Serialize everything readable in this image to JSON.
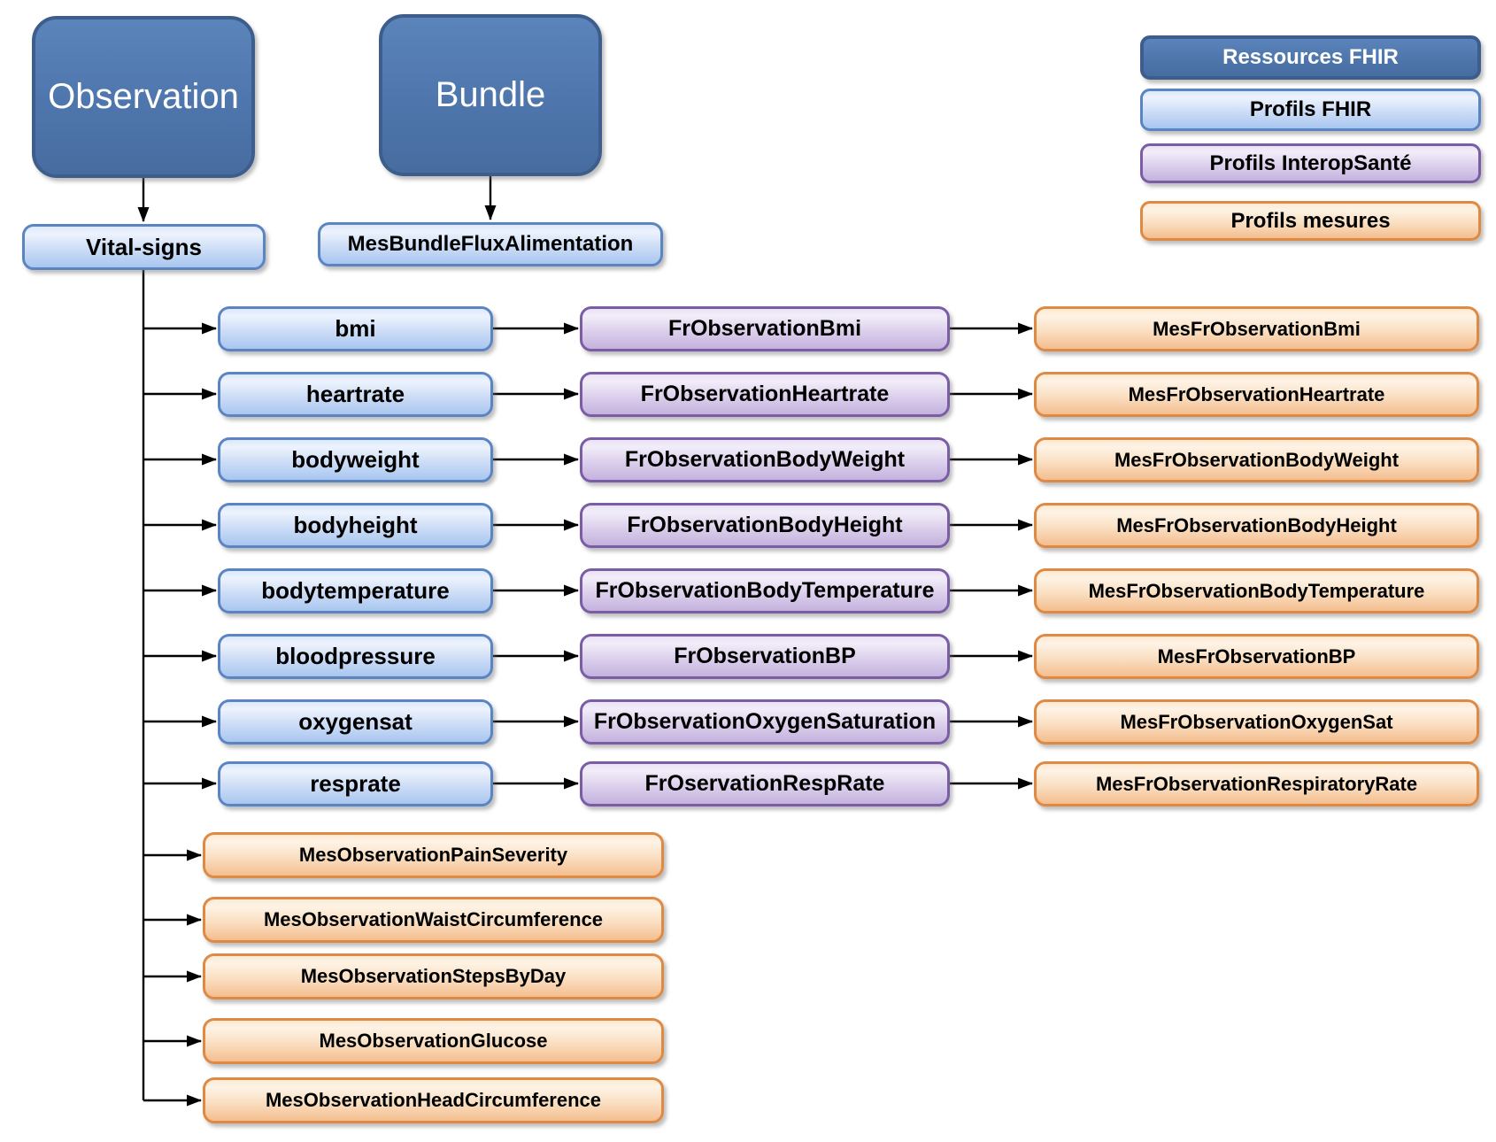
{
  "nodes": {
    "observation": "Observation",
    "bundle": "Bundle",
    "vital_signs": "Vital-signs",
    "bundle_profile": "MesBundleFluxAlimentation"
  },
  "legend": {
    "ressources_fhir": "Ressources FHIR",
    "profils_fhir": "Profils FHIR",
    "profils_interop": "Profils InteropSanté",
    "profils_mesures": "Profils mesures"
  },
  "rows": [
    {
      "code": "bmi",
      "fr": "FrObservationBmi",
      "mes": "MesFrObservationBmi"
    },
    {
      "code": "heartrate",
      "fr": "FrObservationHeartrate",
      "mes": "MesFrObservationHeartrate"
    },
    {
      "code": "bodyweight",
      "fr": "FrObservationBodyWeight",
      "mes": "MesFrObservationBodyWeight"
    },
    {
      "code": "bodyheight",
      "fr": "FrObservationBodyHeight",
      "mes": "MesFrObservationBodyHeight"
    },
    {
      "code": "bodytemperature",
      "fr": "FrObservationBodyTemperature",
      "mes": "MesFrObservationBodyTemperature"
    },
    {
      "code": "bloodpressure",
      "fr": "FrObservationBP",
      "mes": "MesFrObservationBP"
    },
    {
      "code": "oxygensat",
      "fr": "FrObservationOxygenSaturation",
      "mes": "MesFrObservationOxygenSat"
    },
    {
      "code": "resprate",
      "fr": "FrOservationRespRate",
      "mes": "MesFrObservationRespiratoryRate"
    }
  ],
  "extra_mesures": [
    "MesObservationPainSeverity",
    "MesObservationWaistCircumference",
    "MesObservationStepsByDay",
    "MesObservationGlucose",
    "MesObservationHeadCircumference"
  ],
  "colors": {
    "resource_fill": "#4e76ac",
    "resource_border": "#3d5e8c",
    "profil_fhir_border": "#5b84c2",
    "interop_border": "#7a5da5",
    "mesure_border": "#de8a44",
    "arrow": "#000000"
  }
}
